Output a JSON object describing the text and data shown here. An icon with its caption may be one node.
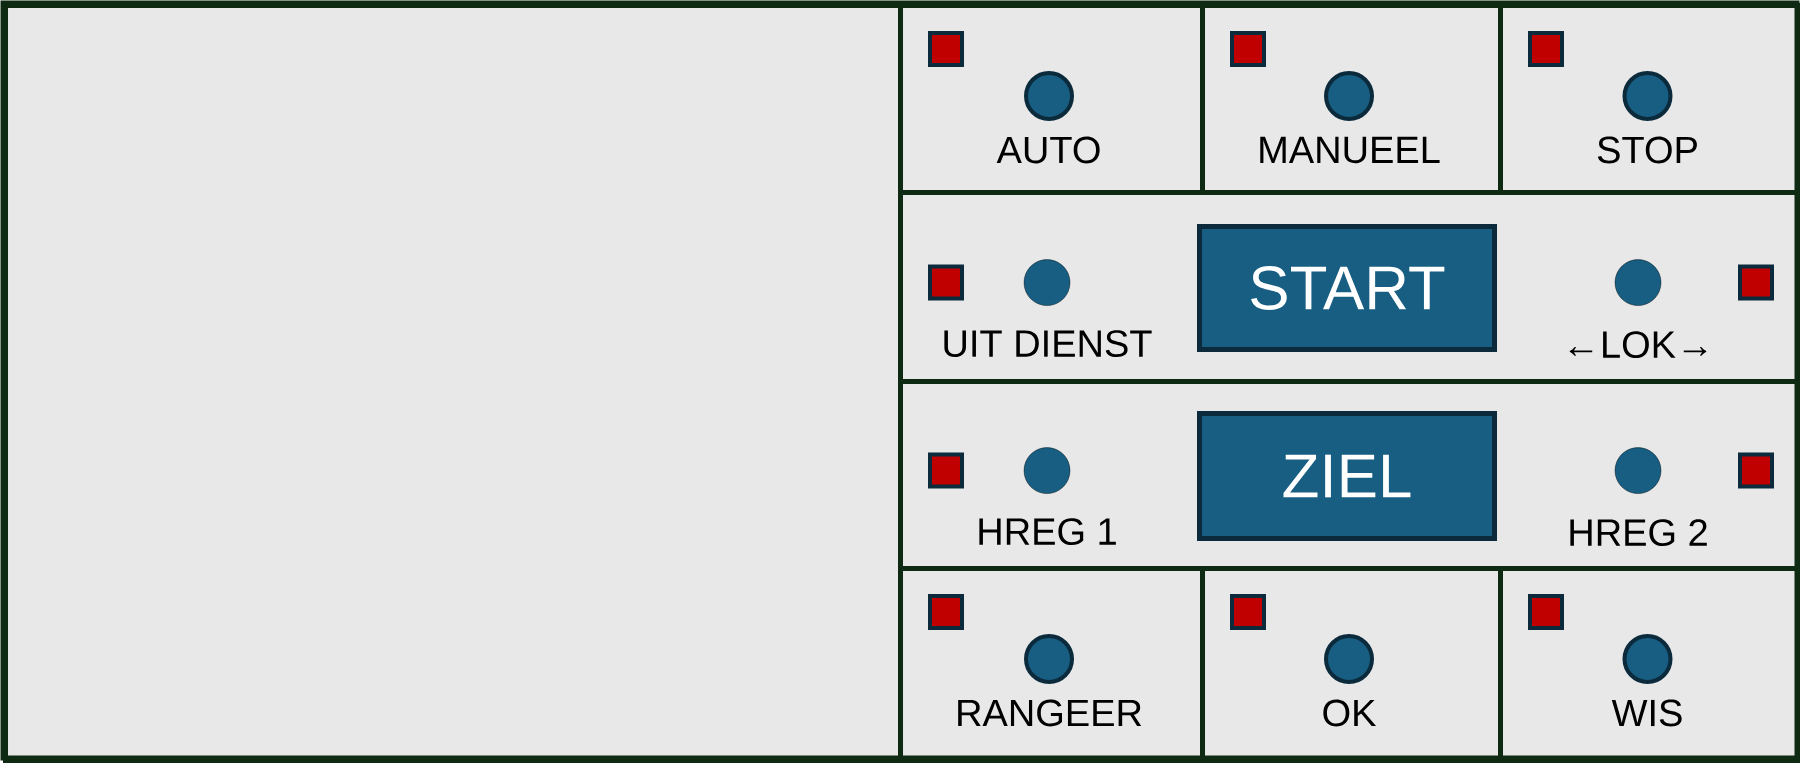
{
  "diagram": {
    "nodes": [
      {
        "text": [],
        "shape": "box"
      },
      {
        "text": [
          "AUTO"
        ]
      },
      {
        "text": [
          "MANUEEL"
        ]
      },
      {
        "text": [
          "STOP"
        ]
      },
      {
        "text": [
          "UIT DIENST",
          "←LOK→"
        ]
      },
      {
        "text": [
          "START"
        ],
        "in": 4
      },
      {
        "text": [
          "HREG 1",
          "HREG 2"
        ]
      },
      {
        "text": [
          "ZIEL"
        ],
        "in": 6
      },
      {
        "text": [
          "RANGEER"
        ]
      },
      {
        "text": [
          "OK"
        ]
      },
      {
        "text": [
          "WIS"
        ]
      }
    ]
  }
}
